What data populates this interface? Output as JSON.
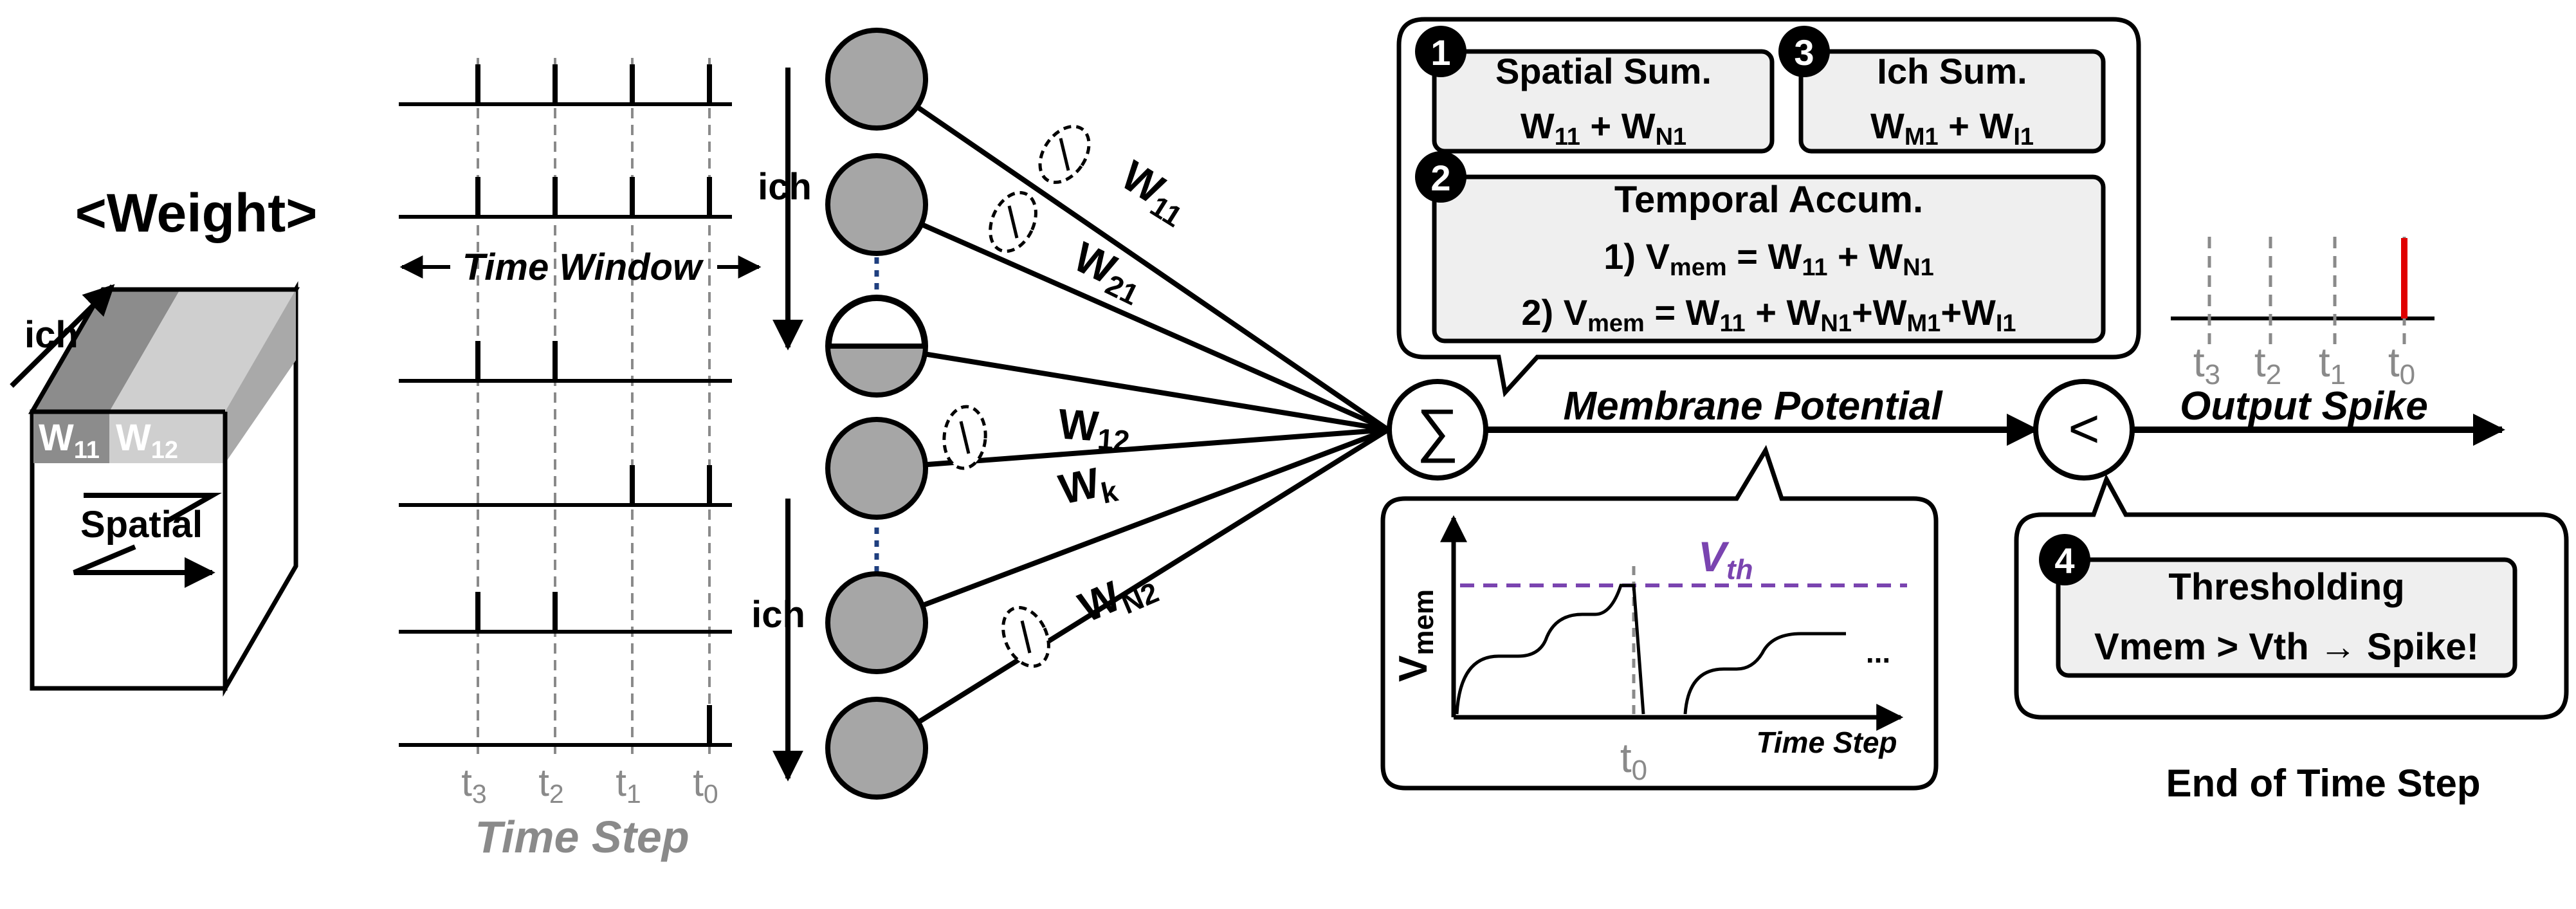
{
  "weight_block": {
    "title": "<Weight>",
    "ich_label": "ich",
    "w11_main": "W",
    "w11_sub": "11",
    "w12_main": "W",
    "w12_sub": "12",
    "spatial_label": "Spatial"
  },
  "spike_trains": {
    "time_window_label": "Time Window",
    "time_step_label": "Time Step",
    "ticks": [
      {
        "main": "t",
        "sub": "3"
      },
      {
        "main": "t",
        "sub": "2"
      },
      {
        "main": "t",
        "sub": "1"
      },
      {
        "main": "t",
        "sub": "0"
      }
    ]
  },
  "neurons": {
    "ich_top": "ich",
    "ich_bottom": "ich",
    "weights": [
      {
        "main": "W",
        "sub": "11"
      },
      {
        "main": "W",
        "sub": "21"
      },
      {
        "main": "W",
        "sub": "12"
      },
      {
        "main": "W",
        "sub": "k"
      },
      {
        "main": "W",
        "sub": "N2"
      }
    ]
  },
  "pipeline": {
    "membrane_label": "Membrane Potential",
    "output_label": "Output Spike",
    "end_label": "End of Time Step",
    "sum_symbol": "∑",
    "compare_symbol": "<"
  },
  "callout": {
    "step1": {
      "num": "1",
      "title": "Spatial Sum.",
      "f_a": "W",
      "f_a_sub": "11",
      "f_b": " + W",
      "f_b_sub": "N1"
    },
    "step3": {
      "num": "3",
      "title": "Ich Sum.",
      "f_a": "W",
      "f_a_sub": "M1",
      "f_b": " + W",
      "f_b_sub": "I1"
    },
    "step2": {
      "num": "2",
      "title": "Temporal Accum.",
      "line1_pre": "1) V",
      "line1_sub": "mem",
      "line1_a": " = W",
      "line1_a_sub": "11",
      "line1_b": " + W",
      "line1_b_sub": "N1",
      "line2_pre": "2) V",
      "line2_sub": "mem",
      "line2_a": " = W",
      "line2_a_sub": "11",
      "line2_b": " + W",
      "line2_b_sub": "N1",
      "line2_c": "+W",
      "line2_c_sub": "M1",
      "line2_d": "+W",
      "line2_d_sub": "I1"
    }
  },
  "membrane_plot": {
    "ylabel_main": "V",
    "ylabel_sub": "mem",
    "vth_main": "V",
    "vth_sub": "th",
    "xlabel": "Time Step",
    "t0_main": "t",
    "t0_sub": "0",
    "ellipsis": "...",
    "threshold_color": "#7a44b0"
  },
  "output_plot": {
    "ticks": [
      {
        "main": "t",
        "sub": "3"
      },
      {
        "main": "t",
        "sub": "2"
      },
      {
        "main": "t",
        "sub": "1"
      },
      {
        "main": "t",
        "sub": "0"
      }
    ],
    "spike_color": "#e00000"
  },
  "threshold_box": {
    "num": "4",
    "title": "Thresholding",
    "rule": "Vmem > Vth → Spike!"
  }
}
